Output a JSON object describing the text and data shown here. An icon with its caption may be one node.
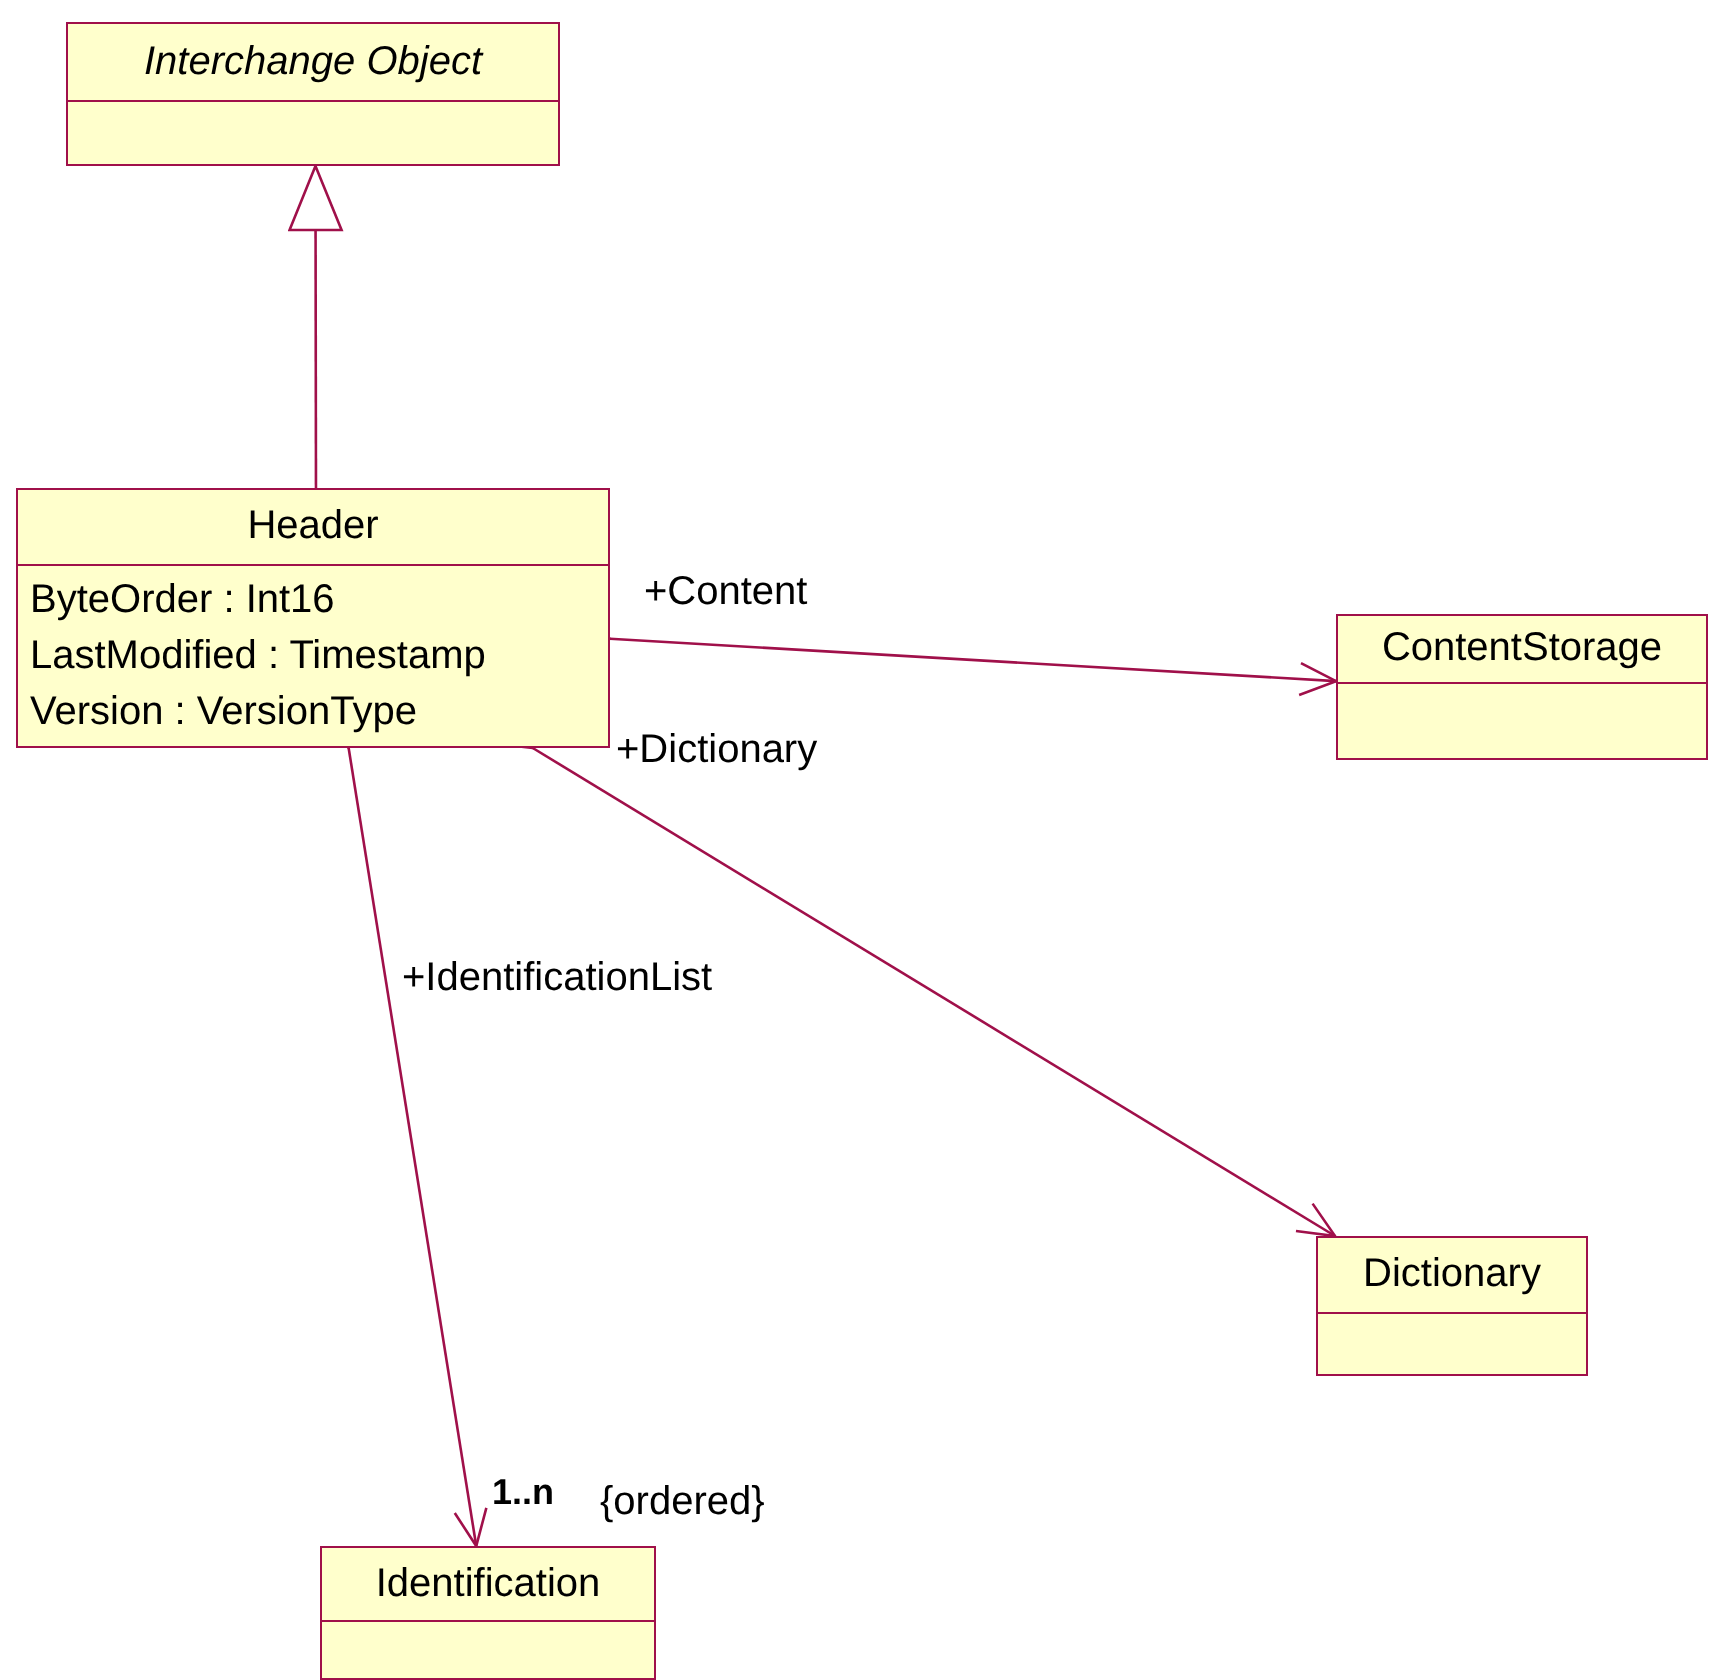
{
  "diagram": {
    "nodes": [
      {
        "text": [
          "Interchange Object"
        ]
      },
      {
        "text": [
          "Header",
          "ByteOrder : Int16",
          "LastModified : Timestamp",
          "Version : VersionType"
        ]
      },
      {
        "text": [
          "ContentStorage"
        ]
      },
      {
        "text": [
          "Dictionary"
        ]
      },
      {
        "text": [
          "Identification"
        ]
      }
    ],
    "edges": [
      {
        "from": 1,
        "to": 0,
        "arrow": "to"
      },
      {
        "from": 1,
        "to": 2,
        "arrow": "to",
        "label": "+Content"
      },
      {
        "from": 1,
        "to": 3,
        "arrow": "to",
        "label": "+Dictionary"
      },
      {
        "from": 1,
        "to": 4,
        "arrow": "to",
        "label": "+IdentificationList"
      }
    ],
    "labels": [
      "1..n",
      "{ordered}"
    ]
  }
}
